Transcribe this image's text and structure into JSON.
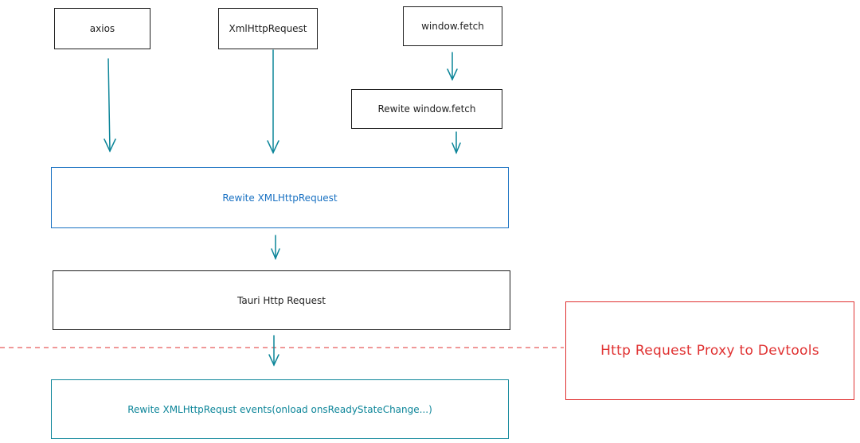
{
  "nodes": {
    "axios": "axios",
    "xmlhttprequest": "XmlHttpRequest",
    "window_fetch": "window.fetch",
    "rewrite_window_fetch": "Rewite window.fetch",
    "rewrite_xmlhttprequest": "Rewite XMLHttpRequest",
    "tauri_http_request": "Tauri Http Request",
    "rewrite_events": "Rewite XMLHttpRequst events(onload onsReadyStateChange...)",
    "proxy_label": "Http Request Proxy to Devtools"
  },
  "colors": {
    "black": "#1e1e1e",
    "blue": "#1971c2",
    "teal": "#0c8599",
    "red": "#e03131",
    "arrow": "#0c8599",
    "dashed_line": "#e03131"
  }
}
